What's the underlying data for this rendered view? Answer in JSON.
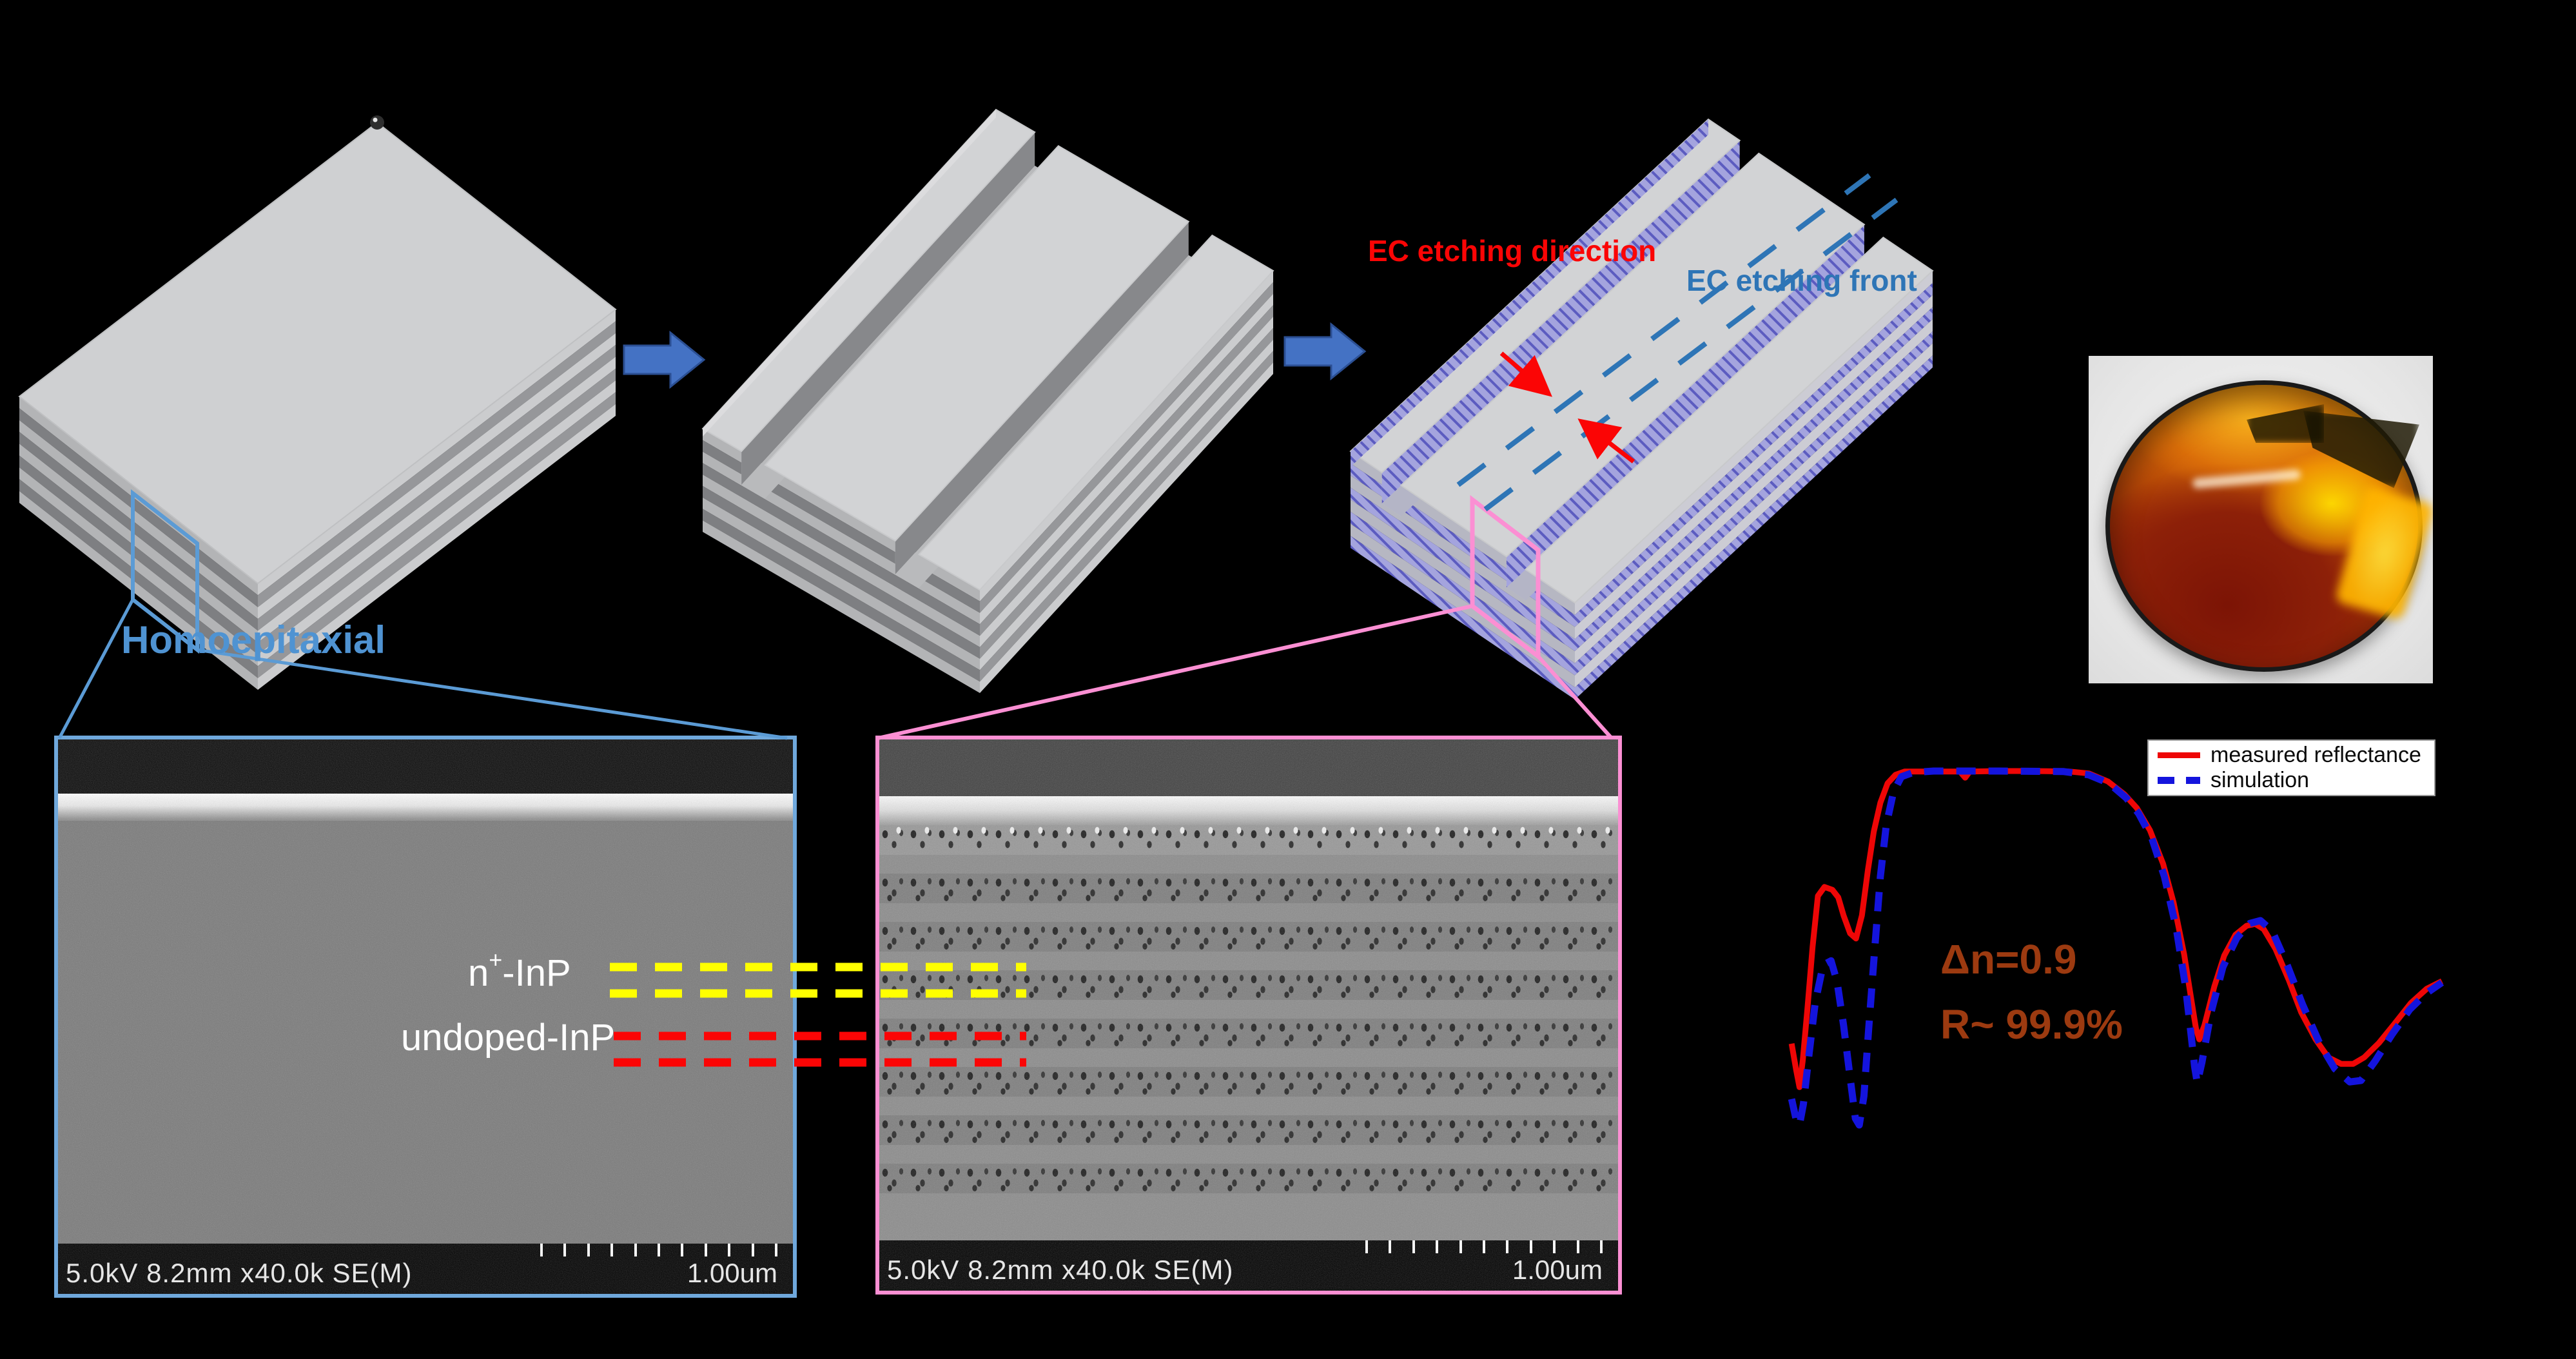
{
  "colors": {
    "background": "#000000",
    "accent_blue": "#5b9bd5",
    "homoepitaxial_blue": "#4f93d2",
    "arrow_blue": "#4472c4",
    "pink": "#fb8fd3",
    "steel_blue": "#2e75b6",
    "red": "#fb0505",
    "yellow": "#ffff00",
    "brown": "#9c3a10",
    "measured_red": "#ee0606",
    "simulation_blue": "#1414dd"
  },
  "schematic": {
    "etching_direction_label": "EC etching direction",
    "etching_front_label": "EC etching front",
    "homoepitaxial_label": "Homoepitaxial"
  },
  "layer_labels": {
    "n_plus_pre": "n",
    "n_plus_sup": "+",
    "n_plus_post": "-InP",
    "undoped": "undoped-InP"
  },
  "sem1": {
    "caption": "5.0kV 8.2mm x40.0k SE(M)",
    "scale_label": "1.00um"
  },
  "sem2": {
    "caption": "5.0kV 8.2mm x40.0k SE(M)",
    "scale_label": "1.00um"
  },
  "reflectance_annotation": {
    "line1": "Δn=0.9",
    "line2": "R~ 99.9%"
  },
  "chart_data": {
    "type": "line",
    "title": "",
    "xlabel": "",
    "ylabel": "",
    "axes_visible": false,
    "grid": false,
    "legend": [
      "measured reflectance",
      "simulation"
    ],
    "legend_position": "top-right",
    "xlim": [
      0,
      100
    ],
    "ylim": [
      0,
      1
    ],
    "x_unit": "relative wavelength (unlabeled axis)",
    "y_unit": "reflectance (unlabeled axis, stopband R ~ 99.9%)",
    "series": [
      {
        "name": "measured reflectance",
        "color": "#ee0606",
        "style": "solid",
        "points": [
          [
            0.9,
            0.424
          ],
          [
            1.6,
            0.368
          ],
          [
            2.1,
            0.332
          ],
          [
            2.6,
            0.388
          ],
          [
            3.3,
            0.497
          ],
          [
            4.1,
            0.629
          ],
          [
            4.9,
            0.736
          ],
          [
            5.9,
            0.755
          ],
          [
            7.1,
            0.749
          ],
          [
            8.0,
            0.733
          ],
          [
            8.8,
            0.695
          ],
          [
            9.8,
            0.657
          ],
          [
            10.7,
            0.646
          ],
          [
            11.6,
            0.695
          ],
          [
            12.5,
            0.79
          ],
          [
            13.4,
            0.872
          ],
          [
            14.4,
            0.933
          ],
          [
            15.5,
            0.974
          ],
          [
            16.7,
            0.992
          ],
          [
            18.1,
            0.999
          ],
          [
            22.5,
            0.999
          ],
          [
            26.5,
            0.999
          ],
          [
            27.3,
            0.986
          ],
          [
            28.0,
            0.999
          ],
          [
            32.4,
            1.0
          ],
          [
            37.3,
            1.0
          ],
          [
            43.1,
            0.999
          ],
          [
            46.1,
            0.995
          ],
          [
            49.0,
            0.978
          ],
          [
            51.5,
            0.951
          ],
          [
            53.4,
            0.922
          ],
          [
            55.4,
            0.875
          ],
          [
            57.4,
            0.804
          ],
          [
            59.0,
            0.722
          ],
          [
            60.6,
            0.613
          ],
          [
            61.6,
            0.525
          ],
          [
            62.4,
            0.456
          ],
          [
            62.9,
            0.433
          ],
          [
            63.7,
            0.463
          ],
          [
            65.2,
            0.545
          ],
          [
            66.7,
            0.61
          ],
          [
            68.4,
            0.654
          ],
          [
            70.1,
            0.673
          ],
          [
            71.4,
            0.677
          ],
          [
            72.7,
            0.666
          ],
          [
            74.5,
            0.624
          ],
          [
            76.5,
            0.559
          ],
          [
            78.4,
            0.49
          ],
          [
            80.6,
            0.433
          ],
          [
            82.5,
            0.395
          ],
          [
            84.5,
            0.381
          ],
          [
            86.3,
            0.381
          ],
          [
            88.0,
            0.395
          ],
          [
            90.2,
            0.425
          ],
          [
            92.6,
            0.466
          ],
          [
            95.1,
            0.51
          ],
          [
            97.5,
            0.54
          ],
          [
            99.8,
            0.556
          ]
        ]
      },
      {
        "name": "simulation",
        "color": "#1414dd",
        "style": "dashed",
        "points": [
          [
            0.9,
            0.307
          ],
          [
            1.6,
            0.263
          ],
          [
            2.1,
            0.252
          ],
          [
            2.7,
            0.296
          ],
          [
            3.5,
            0.395
          ],
          [
            4.5,
            0.511
          ],
          [
            5.7,
            0.59
          ],
          [
            6.9,
            0.599
          ],
          [
            7.8,
            0.556
          ],
          [
            8.8,
            0.463
          ],
          [
            9.8,
            0.352
          ],
          [
            10.6,
            0.266
          ],
          [
            11.2,
            0.252
          ],
          [
            11.9,
            0.313
          ],
          [
            12.6,
            0.45
          ],
          [
            13.5,
            0.616
          ],
          [
            14.4,
            0.777
          ],
          [
            15.3,
            0.886
          ],
          [
            16.4,
            0.956
          ],
          [
            17.6,
            0.988
          ],
          [
            19.4,
            0.997
          ],
          [
            22.5,
            1.0
          ],
          [
            32.4,
            1.0
          ],
          [
            42.2,
            0.999
          ],
          [
            46.1,
            0.992
          ],
          [
            49.2,
            0.974
          ],
          [
            51.8,
            0.943
          ],
          [
            53.7,
            0.91
          ],
          [
            55.7,
            0.858
          ],
          [
            57.6,
            0.777
          ],
          [
            59.4,
            0.668
          ],
          [
            60.8,
            0.545
          ],
          [
            61.6,
            0.45
          ],
          [
            62.2,
            0.375
          ],
          [
            62.6,
            0.341
          ],
          [
            63.3,
            0.384
          ],
          [
            64.7,
            0.49
          ],
          [
            66.5,
            0.586
          ],
          [
            68.6,
            0.647
          ],
          [
            70.6,
            0.678
          ],
          [
            72.2,
            0.684
          ],
          [
            74.0,
            0.662
          ],
          [
            76.3,
            0.589
          ],
          [
            78.6,
            0.507
          ],
          [
            81.2,
            0.425
          ],
          [
            83.5,
            0.371
          ],
          [
            85.8,
            0.343
          ],
          [
            87.5,
            0.346
          ],
          [
            89.7,
            0.388
          ],
          [
            92.2,
            0.443
          ],
          [
            94.9,
            0.496
          ],
          [
            97.5,
            0.531
          ],
          [
            99.8,
            0.553
          ]
        ]
      }
    ],
    "annotations": [
      "Δn=0.9",
      "R~ 99.9%"
    ]
  }
}
